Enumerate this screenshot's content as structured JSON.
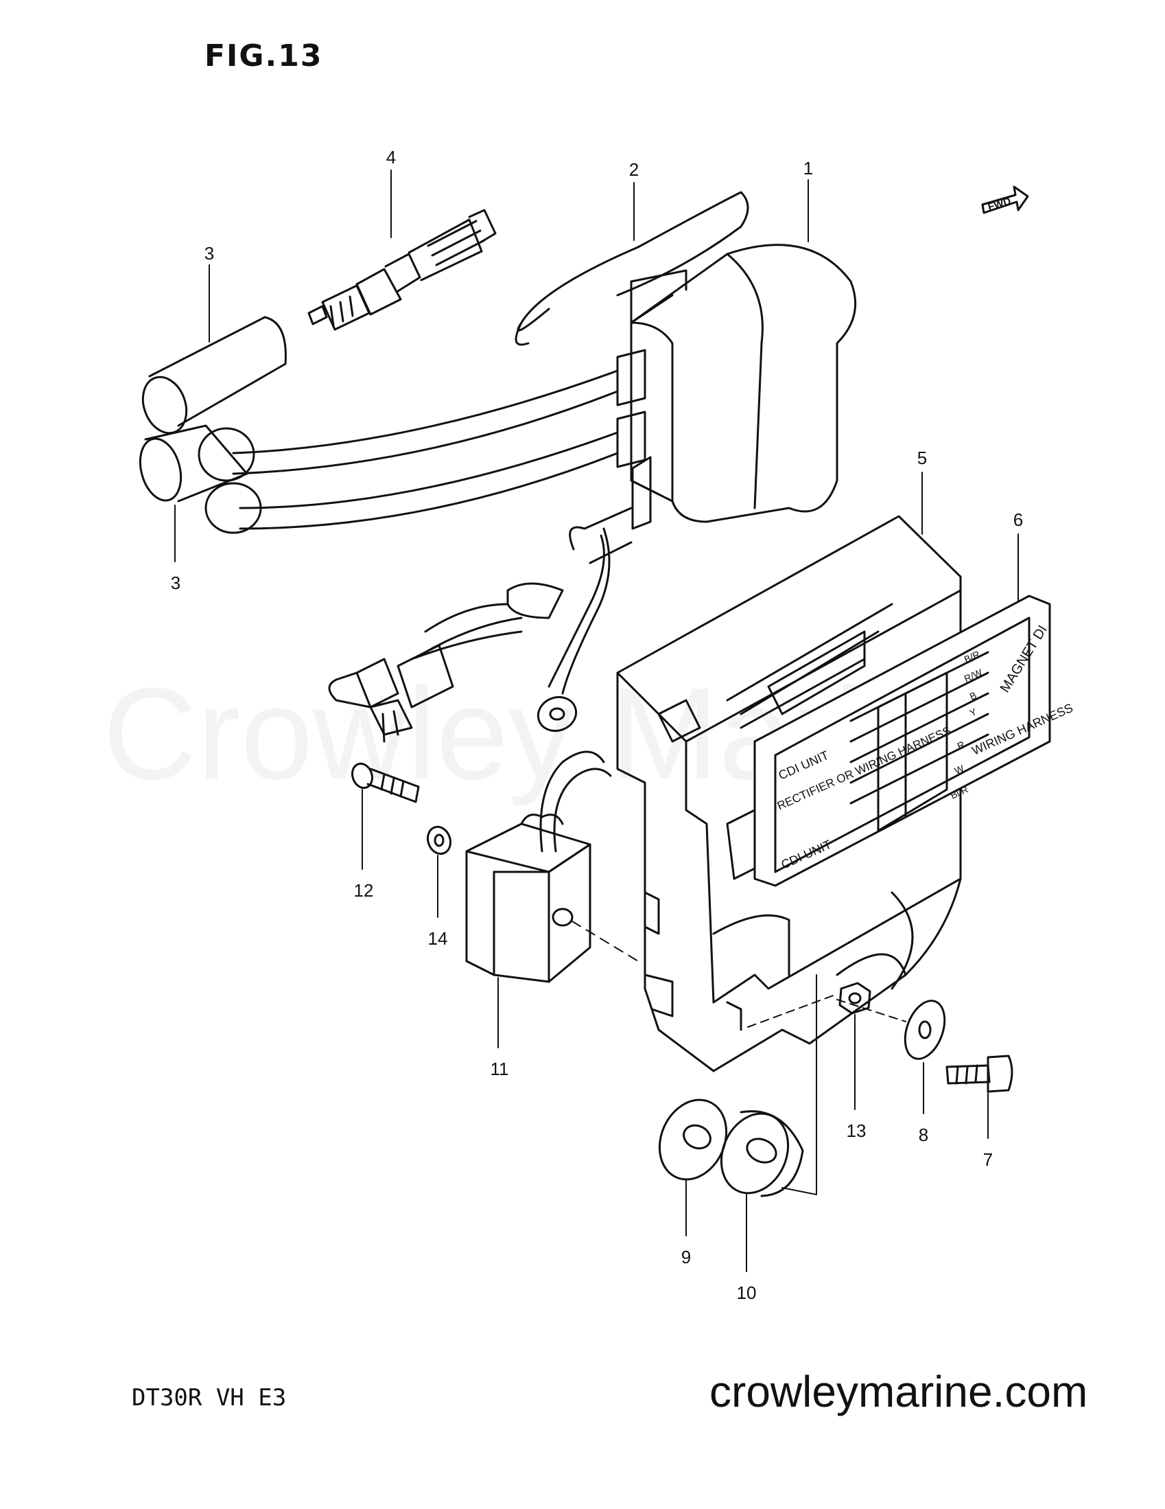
{
  "figure": {
    "title": "FIG.13"
  },
  "model_code": "DT30R VH E3",
  "website": "crowleymarine.com",
  "watermark": "Crowley Marine",
  "fwd_badge": "FWD",
  "callouts": [
    "1",
    "2",
    "3",
    "3",
    "4",
    "5",
    "6",
    "7",
    "8",
    "9",
    "10",
    "11",
    "12",
    "13",
    "14"
  ],
  "label_panel": {
    "lines": [
      "MAGNET DI",
      "WIRING HARNESS",
      "CDI UNIT",
      "RECTIFIER OR WIRING HARNESS",
      "CDI UNIT"
    ],
    "wire_codes": [
      "B/R",
      "R/W",
      "B",
      "Y",
      "R",
      "W",
      "Bl/R"
    ]
  }
}
